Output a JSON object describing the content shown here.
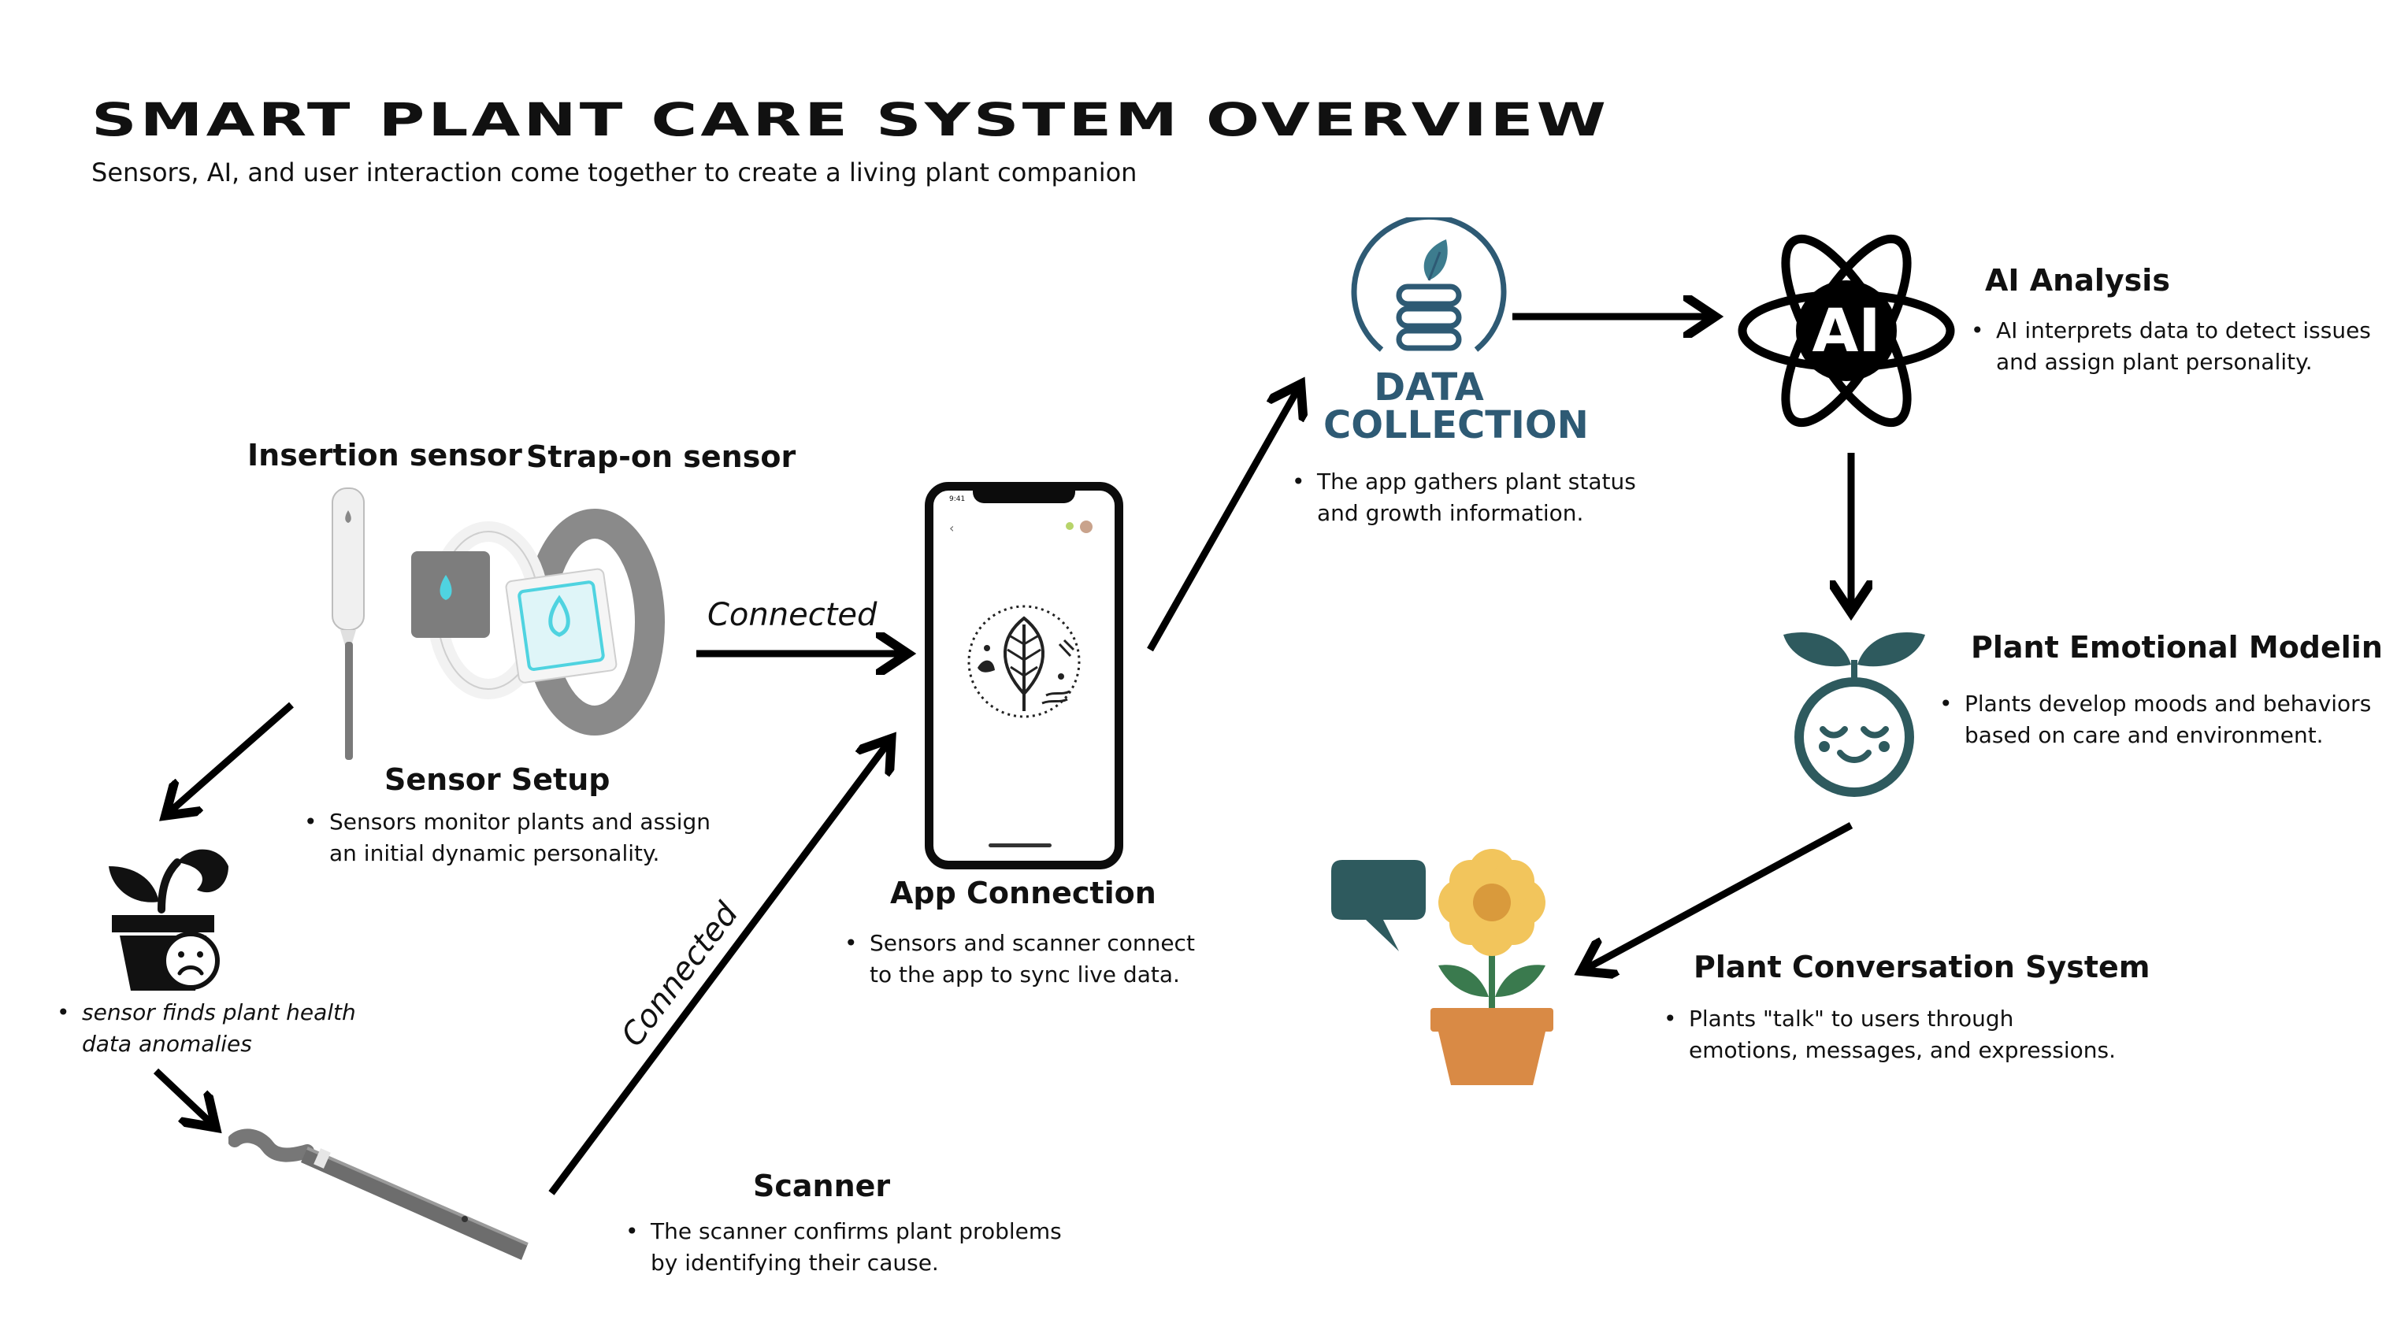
{
  "header": {
    "title": "SMART PLANT CARE SYSTEM OVERVIEW",
    "subtitle": "Sensors, AI, and user interaction come together to create a living plant companion"
  },
  "sensors": {
    "insertion_label": "Insertion sensor",
    "strap_label": "Strap-on sensor",
    "setup_title": "Sensor Setup",
    "setup_lines": [
      "Sensors monitor plants and assign",
      "an initial dynamic personality."
    ]
  },
  "anomaly": {
    "lines": [
      "sensor finds plant health",
      "data anomalies"
    ]
  },
  "scanner": {
    "title": "Scanner",
    "lines": [
      "The scanner confirms plant problems",
      "by identifying their cause."
    ]
  },
  "connections": {
    "top": "Connected",
    "diag": "Connected"
  },
  "app": {
    "title": "App Connection",
    "lines": [
      "Sensors and scanner connect",
      "to the app to sync live data."
    ],
    "phone_time": "9:41"
  },
  "data_collection": {
    "label_line1": "DATA",
    "label_line2": "COLLECTION",
    "lines": [
      "The app gathers plant status",
      "and growth information."
    ]
  },
  "ai": {
    "icon_text": "AI",
    "title": "AI Analysis",
    "lines": [
      "AI interprets data to detect issues",
      "and assign plant personality."
    ]
  },
  "emotion": {
    "title": "Plant Emotional Modeling",
    "lines": [
      "Plants develop moods and behaviors",
      "based on care and environment."
    ]
  },
  "conversation": {
    "title": "Plant Conversation System",
    "lines": [
      "Plants \"talk\" to users through",
      "emotions, messages, and expressions."
    ]
  },
  "colors": {
    "accent_teal": "#2e5a5e",
    "data_blue": "#2e5a74",
    "sensor_cyan": "#4fd3e0",
    "flower_yellow": "#f2c55c",
    "pot_orange": "#d98a45"
  }
}
